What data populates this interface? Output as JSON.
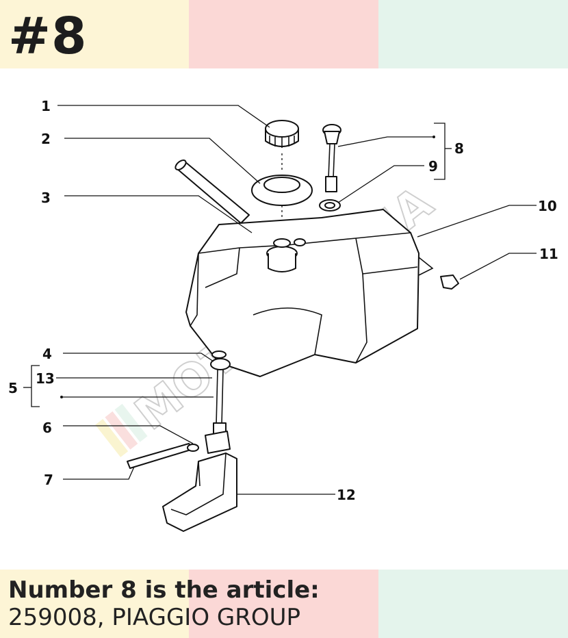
{
  "header": {
    "title": "#8"
  },
  "caption": {
    "line1": "Number 8 is the article:",
    "line2": "259008, PIAGGIO GROUP"
  },
  "watermark": {
    "text": "MOTOMUNDIA"
  },
  "diagram": {
    "labels": [
      "1",
      "2",
      "3",
      "4",
      "5",
      "13",
      "6",
      "7",
      "8",
      "9",
      "10",
      "11",
      "12"
    ]
  },
  "colors": {
    "band_yellow": "#fdf5d6",
    "band_pink": "#fbd8d6",
    "band_green": "#e4f4ec"
  }
}
